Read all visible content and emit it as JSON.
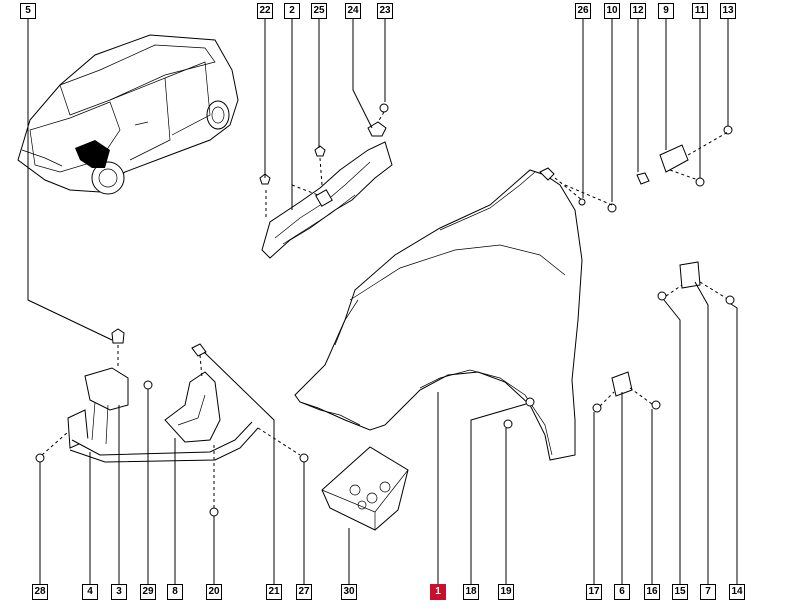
{
  "diagram": {
    "highlight_color": "#c8102e",
    "highlighted": "1",
    "callouts": [
      {
        "id": "5",
        "label": "5"
      },
      {
        "id": "22",
        "label": "22"
      },
      {
        "id": "2",
        "label": "2"
      },
      {
        "id": "25",
        "label": "25"
      },
      {
        "id": "24",
        "label": "24"
      },
      {
        "id": "23",
        "label": "23"
      },
      {
        "id": "26",
        "label": "26"
      },
      {
        "id": "10",
        "label": "10"
      },
      {
        "id": "12",
        "label": "12"
      },
      {
        "id": "9",
        "label": "9"
      },
      {
        "id": "11",
        "label": "11"
      },
      {
        "id": "13",
        "label": "13"
      },
      {
        "id": "28",
        "label": "28"
      },
      {
        "id": "4",
        "label": "4"
      },
      {
        "id": "3",
        "label": "3"
      },
      {
        "id": "29",
        "label": "29"
      },
      {
        "id": "8",
        "label": "8"
      },
      {
        "id": "20",
        "label": "20"
      },
      {
        "id": "21",
        "label": "21"
      },
      {
        "id": "27",
        "label": "27"
      },
      {
        "id": "30",
        "label": "30"
      },
      {
        "id": "1",
        "label": "1"
      },
      {
        "id": "18",
        "label": "18"
      },
      {
        "id": "19",
        "label": "19"
      },
      {
        "id": "17",
        "label": "17"
      },
      {
        "id": "6",
        "label": "6"
      },
      {
        "id": "16",
        "label": "16"
      },
      {
        "id": "15",
        "label": "15"
      },
      {
        "id": "7",
        "label": "7"
      },
      {
        "id": "14",
        "label": "14"
      }
    ]
  }
}
